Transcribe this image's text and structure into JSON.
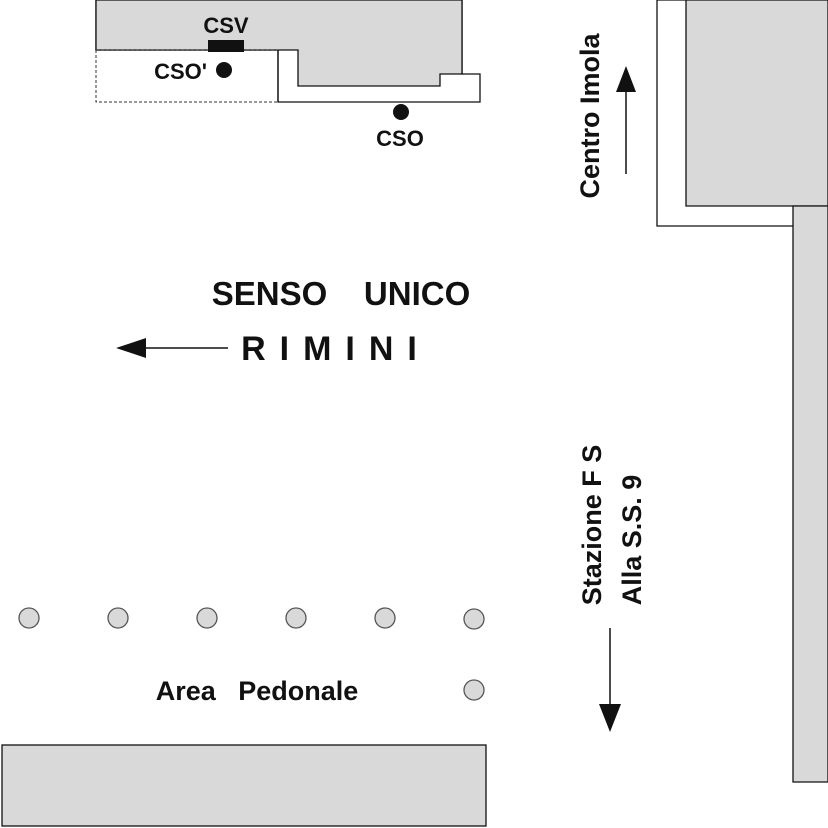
{
  "labels": {
    "csv": "CSV",
    "cso_prime": "CSO'",
    "cso": "CSO",
    "centro_imola": "Centro  Imola",
    "senso_unico": "SENSO    UNICO",
    "rimini": "RIMINI",
    "stazione_fs": "Stazione  F S",
    "alla_ss9": "Alla  S.S.  9",
    "area_pedonale": "Area   Pedonale"
  },
  "colors": {
    "building_fill": "#d9d9d9",
    "line": "#111111",
    "bollard_fill": "#d9d9d9"
  },
  "icons": {
    "csv_marker": "rectangle-marker-icon",
    "cso_marker": "dot-marker-icon",
    "bollard": "circle-bollard-icon",
    "direction": "arrow-icon"
  }
}
